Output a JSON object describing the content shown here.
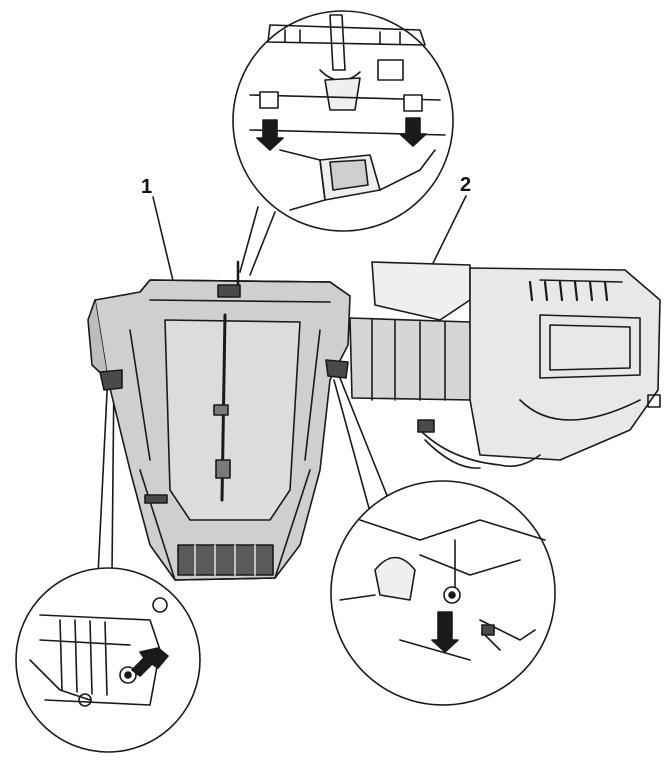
{
  "callouts": [
    {
      "id": "1",
      "text": "1"
    },
    {
      "id": "2",
      "text": "2"
    }
  ],
  "colors": {
    "line": "#1a1a1a",
    "shade": "#cfcfcf",
    "dark_shade": "#4a4a4a",
    "background": "#ffffff"
  },
  "icons": [
    "arrow-icon"
  ]
}
